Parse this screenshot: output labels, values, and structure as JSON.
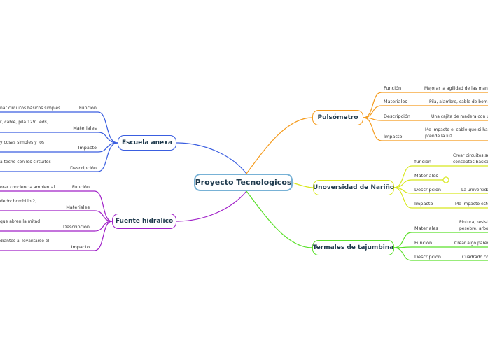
{
  "colors": {
    "central_border": "#78b2d6",
    "escuela": "#3a5ee0",
    "fuente": "#a020c8",
    "pulsometro": "#f59b1c",
    "universidad": "#d8e81e",
    "termales": "#5ae02a"
  },
  "central": {
    "title": "Proyecto Tecnologicos"
  },
  "escuela": {
    "title": "Escuela anexa",
    "items": [
      {
        "label": "Función",
        "text": "ñar circuitos básicos simples"
      },
      {
        "label": "Materiales",
        "text": "r, cable, pila 12V, leds,"
      },
      {
        "label": "Impacto",
        "text": "y cosas simples y los"
      },
      {
        "label": "Descripción",
        "text": "a techo con los circuitos"
      }
    ]
  },
  "fuente": {
    "title": "Fuente hidralico",
    "items": [
      {
        "label": "Función",
        "text": "orar conciencia ambiental"
      },
      {
        "label": "Materiales",
        "text": "de 9v bombillo 2,"
      },
      {
        "label": "Descripción",
        "text": "que abren la mitad"
      },
      {
        "label": "Impacto",
        "text": "diantes al levantarse el"
      }
    ]
  },
  "pulsometro": {
    "title": "Pulsómetro",
    "items": [
      {
        "label": "Función",
        "text": [
          "Mejorar la agilidad de las manos"
        ]
      },
      {
        "label": "Materiales",
        "text": [
          "Pila, alambre, cable de bombill"
        ]
      },
      {
        "label": "Descripción",
        "text": [
          "Una cajita de madera con un"
        ]
      },
      {
        "label": "Impacto",
        "text": [
          "Me impacto el cable que si hace",
          "prende la luz"
        ]
      }
    ]
  },
  "universidad": {
    "title": "Unoversidad de Nariño",
    "items": [
      {
        "label": "funcion",
        "text": [
          "Crear circuitos ser",
          "conceptos básicos"
        ]
      },
      {
        "label": "Materiales",
        "text": [
          ""
        ]
      },
      {
        "label": "Descripción",
        "text": [
          "La universida"
        ]
      },
      {
        "label": "Impacto",
        "text": [
          "Me impacto este"
        ]
      }
    ]
  },
  "termales": {
    "title": "Termales de tajumbina",
    "items": [
      {
        "label": "Materiales",
        "text": [
          "Pintura, resiste",
          "pesebre, arbol"
        ]
      },
      {
        "label": "Función",
        "text": [
          "Crear algo parec"
        ]
      },
      {
        "label": "Descripción",
        "text": [
          "Cuadrado con"
        ]
      }
    ]
  }
}
